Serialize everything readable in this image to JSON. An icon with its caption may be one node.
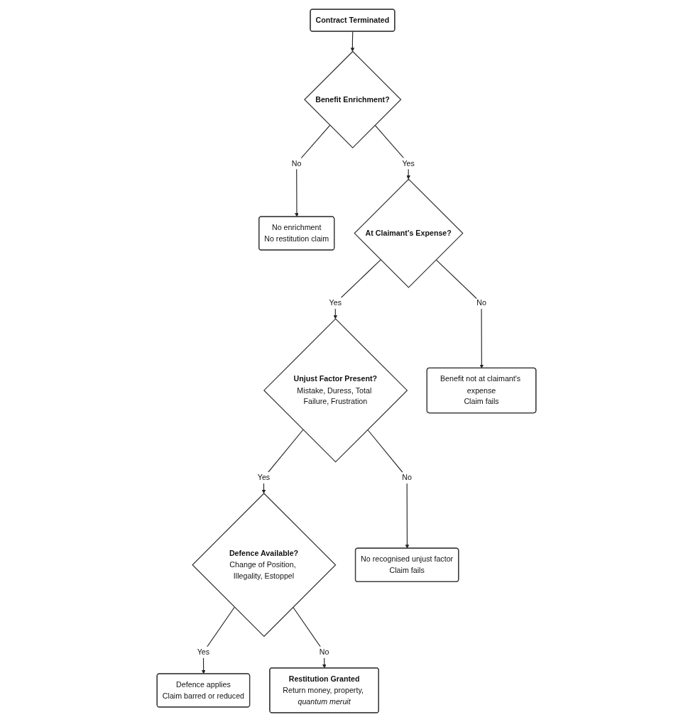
{
  "diagram": {
    "nodes": [
      {
        "text": [
          "Contract Terminated"
        ]
      },
      {
        "text": [
          "Benefit Enrichment?"
        ]
      },
      {
        "text": [
          "At Claimant's Expense?"
        ]
      },
      {
        "text": [
          "No enrichment",
          "No restitution claim"
        ]
      },
      {
        "text": [
          "Benefit not at claimant's expense",
          "Claim fails"
        ]
      },
      {
        "text": [
          "Unjust Factor Present?",
          "Mistake, Duress, Total Failure, Frustration"
        ]
      },
      {
        "text": [
          "No recognised unjust factor",
          "Claim fails"
        ]
      },
      {
        "text": [
          "Defence Available?",
          "Change of Position, Illegality, Estoppel"
        ]
      },
      {
        "text": [
          "Defence applies",
          "Claim barred or reduced"
        ]
      },
      {
        "text": [
          "Restitution Granted",
          "Return money, property, *quantum meruit*"
        ]
      }
    ],
    "edges": [
      {
        "from": 0,
        "to": 1,
        "arrow": "to"
      },
      {
        "from": 1,
        "to": 3,
        "arrow": "to",
        "label": "No"
      },
      {
        "from": 1,
        "to": 2,
        "arrow": "to",
        "label": "Yes"
      },
      {
        "from": 2,
        "to": 4,
        "arrow": "to",
        "label": "No"
      },
      {
        "from": 2,
        "to": 5,
        "arrow": "to",
        "label": "Yes"
      },
      {
        "from": 5,
        "to": 6,
        "arrow": "to",
        "label": "No"
      },
      {
        "from": 5,
        "to": 7,
        "arrow": "to",
        "label": "Yes"
      },
      {
        "from": 7,
        "to": 8,
        "arrow": "to",
        "label": "Yes"
      },
      {
        "from": 7,
        "to": 9,
        "arrow": "to",
        "label": "No"
      }
    ]
  }
}
